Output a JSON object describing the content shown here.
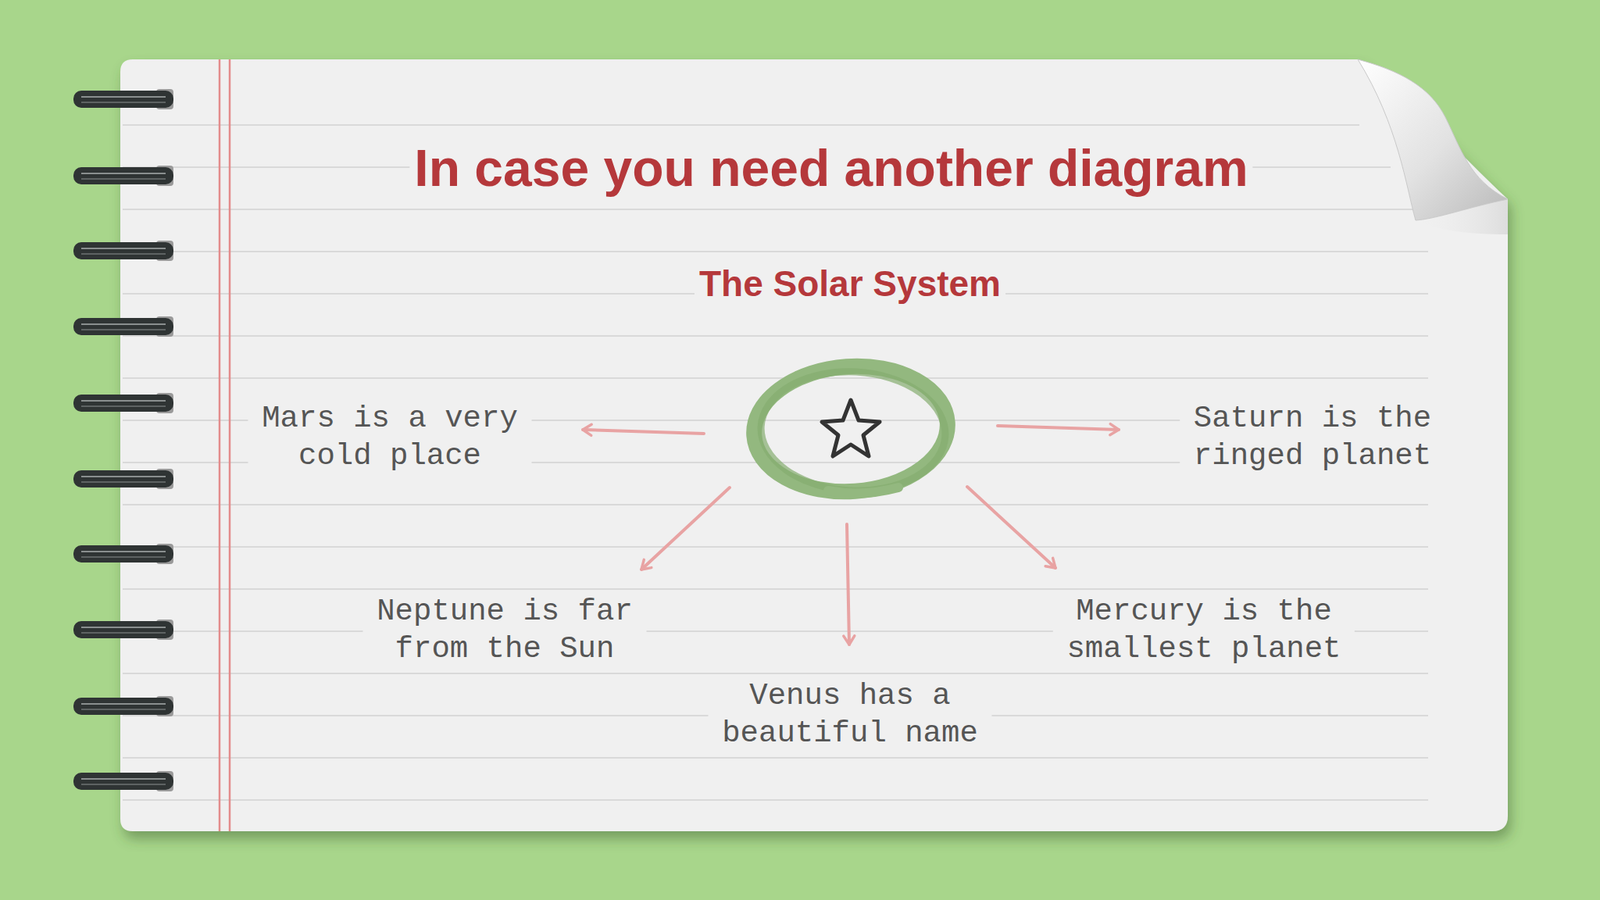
{
  "diagram": {
    "title": "In case you need another diagram",
    "labels": [
      "The Solar System",
      "Mars is a very cold place",
      "Saturn is the ringed planet",
      "Neptune is far from the Sun",
      "Mercury is the smallest planet",
      "Venus has a beautiful name"
    ]
  }
}
